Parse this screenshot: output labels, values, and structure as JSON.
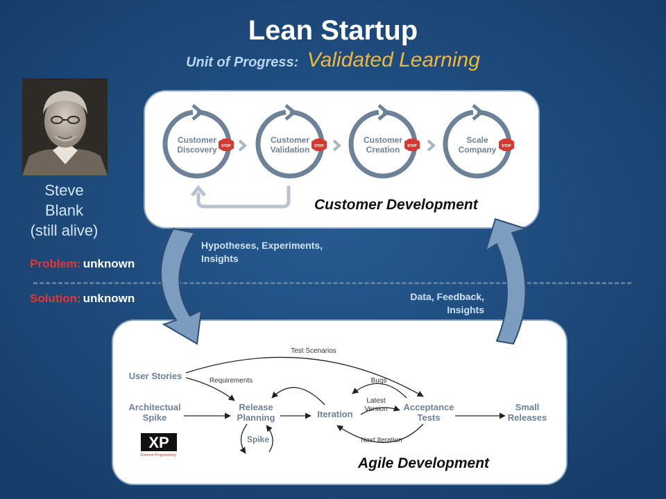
{
  "slide": {
    "title": "Lean Startup",
    "subtitle_label": "Unit of Progress:",
    "subtitle_value": "Validated Learning"
  },
  "person": {
    "lines": [
      "Steve",
      "Blank",
      "(still alive)"
    ]
  },
  "problem": {
    "label": "Problem:",
    "value": "unknown"
  },
  "solution": {
    "label": "Solution:",
    "value": "unknown"
  },
  "customer_development": {
    "caption": "Customer Development",
    "stages": [
      {
        "line1": "Customer",
        "line2": "Discovery",
        "stop": "STOP"
      },
      {
        "line1": "Customer",
        "line2": "Validation",
        "stop": "STOP"
      },
      {
        "line1": "Customer",
        "line2": "Creation",
        "stop": "STOP"
      },
      {
        "line1": "Scale",
        "line2": "Company",
        "stop": "STOP"
      }
    ]
  },
  "flows": {
    "down_line1": "Hypotheses, Experiments,",
    "down_line2": "Insights",
    "up_line1": "Data, Feedback,",
    "up_line2": "Insights"
  },
  "agile_development": {
    "caption": "Agile Development",
    "nodes": {
      "user_stories": "User Stories",
      "architectural_spike_1": "Architectual",
      "architectural_spike_2": "Spike",
      "release_planning_1": "Release",
      "release_planning_2": "Planning",
      "spike": "Spike",
      "iteration": "Iteration",
      "acceptance_tests_1": "Acceptance",
      "acceptance_tests_2": "Tests",
      "small_releases_1": "Small",
      "small_releases_2": "Releases"
    },
    "edge_labels": {
      "test_scenarios": "Test Scenarios",
      "requirements": "Requirements",
      "bugs": "Bugs",
      "latest_version_1": "Latest",
      "latest_version_2": "Version",
      "next_iteration": "Next Iteration"
    },
    "logo": {
      "mark": "XP",
      "caption": "Extreme Programming"
    }
  },
  "colors": {
    "background": "#1d4a7c",
    "accent": "#f3b73a",
    "label_red": "#e23636",
    "cycle_blue": "#6d8197",
    "flow_arrow": "#7d9dc0"
  }
}
